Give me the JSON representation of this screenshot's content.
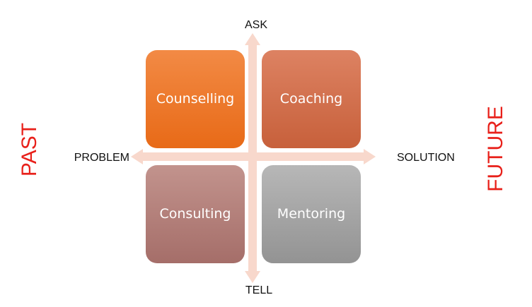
{
  "axes": {
    "top": "ASK",
    "bottom": "TELL",
    "left": "PROBLEM",
    "right": "SOLUTION"
  },
  "side_labels": {
    "left": "PAST",
    "right": "FUTURE"
  },
  "quadrants": {
    "top_left": "Counselling",
    "top_right": "Coaching",
    "bottom_left": "Consulting",
    "bottom_right": "Mentoring"
  },
  "colors": {
    "arrow": "#f8d8cc",
    "side_text": "#e8201a",
    "counselling": "#ee7a2a",
    "coaching": "#d6704b",
    "consulting": "#b5807a",
    "mentoring": "#a9a9a9"
  }
}
